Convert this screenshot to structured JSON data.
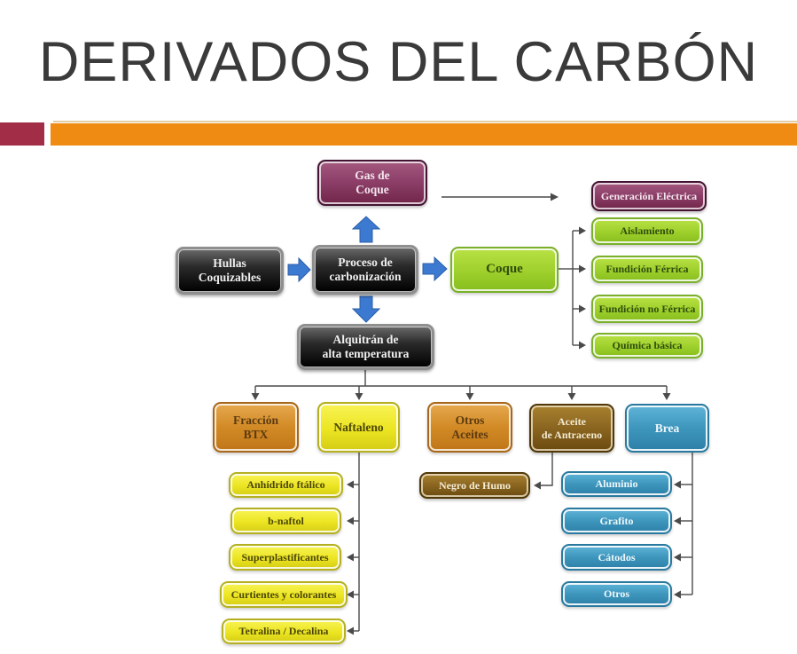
{
  "slide": {
    "title": "DERIVADOS DEL CARBÓN"
  },
  "palette": {
    "accent_square_red": "#a12d47",
    "accent_bar_orange": "#ef8a12",
    "title_gray": "#3a3a3a",
    "node_purple": "#8e406a",
    "node_dark": "#1a1a1a",
    "node_green": "#9ed02c",
    "node_orange": "#d28a26",
    "node_yellow": "#ece522",
    "node_brown": "#8a6520",
    "node_blue": "#3e96bd",
    "flow_arrow_blue": "#3b7ad0",
    "connector_gray": "#4a4a4a"
  },
  "nodes": {
    "gas_de_coque": {
      "label": "Gas de\nCoque"
    },
    "hullas_coquizables": {
      "label": "Hullas\nCoquizables"
    },
    "proceso_carbonizacion": {
      "label": "Proceso de\ncarbonización"
    },
    "coque": {
      "label": "Coque"
    },
    "generacion_electrica": {
      "label": "Generación Eléctrica"
    },
    "aislamiento": {
      "label": "Aislamiento"
    },
    "fundicion_ferrica": {
      "label": "Fundición Férrica"
    },
    "fundicion_no_ferrica": {
      "label": "Fundición no Férrica"
    },
    "quimica_basica": {
      "label": "Química básica"
    },
    "alquitran_alta_temperatura": {
      "label": "Alquitrán de\nalta temperatura"
    },
    "fraccion_btx": {
      "label": "Fracción\nBTX"
    },
    "naftaleno": {
      "label": "Naftaleno"
    },
    "otros_aceites": {
      "label": "Otros\nAceites"
    },
    "aceite_de_antraceno": {
      "label": "Aceite\nde Antraceno"
    },
    "brea": {
      "label": "Brea"
    },
    "anhidrido_ftalico": {
      "label": "Anhídrido ftálico"
    },
    "b_naftol": {
      "label": "b-naftol"
    },
    "superplastificantes": {
      "label": "Superplastificantes"
    },
    "curtientes_y_colorantes": {
      "label": "Curtientes y colorantes"
    },
    "tetralina_decalina": {
      "label": "Tetralina / Decalina"
    },
    "negro_de_humo": {
      "label": "Negro de Humo"
    },
    "aluminio": {
      "label": "Aluminio"
    },
    "grafito": {
      "label": "Grafito"
    },
    "catodos": {
      "label": "Cátodos"
    },
    "otros": {
      "label": "Otros"
    }
  }
}
